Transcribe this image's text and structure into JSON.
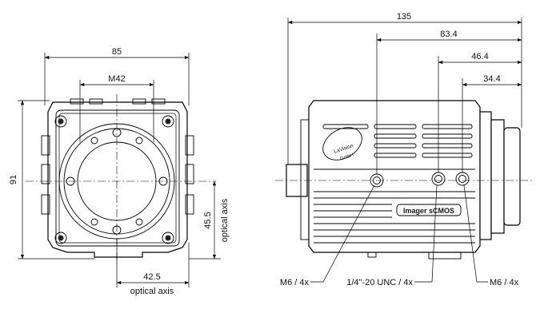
{
  "front_view": {
    "width_label": "85",
    "mount_label": "M42",
    "height_label": "91",
    "axis_v_value": "45.5",
    "axis_v_caption": "optical axis",
    "axis_h_value": "42.5",
    "axis_h_caption": "optical axis"
  },
  "side_view": {
    "length_label": "135",
    "dim_83": "83.4",
    "dim_46": "46.4",
    "dim_34": "34.4",
    "thread_left_label": "M6 / 4x",
    "thread_center_label": "1/4\"-20 UNC / 4x",
    "thread_right_label": "M6 / 4x",
    "brand_line1": "LaVision",
    "brand_line2": "GmbH",
    "product_label": "Imager sCMOS"
  }
}
